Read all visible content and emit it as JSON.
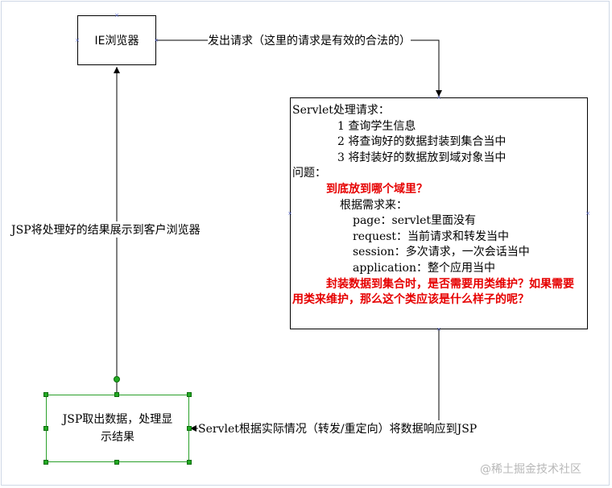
{
  "nodes": {
    "ie_browser": "IE浏览器",
    "servlet": {
      "title": "Servlet处理请求：",
      "steps": [
        "1 查询学生信息",
        "2 将查询好的数据封装到集合当中",
        "3 将封装好的数据放到域对象当中"
      ],
      "question_label": "问题：",
      "question_red": "到底放到哪个域里？",
      "by_need": "根据需求来：",
      "scopes": [
        "page：servlet里面没有",
        "request：当前请求和转发当中",
        "session：多次请求，一次会话当中",
        "application：整个应用当中"
      ],
      "red_paragraph": "封装数据到集合时，是否需要用类维护？如果需要用类来维护，那么这个类应该是什么样子的呢？"
    },
    "jsp": "JSP取出数据，处理显示结果"
  },
  "edges": {
    "request_label": "发出请求（这里的请求是有效的合法的）",
    "display_label": "JSP将处理好的结果展示到客户浏览器",
    "response_label": "Servlet根据实际情况（转发/重定向）将数据响应到JSP"
  },
  "watermark": "@稀土掘金技术社区",
  "colors": {
    "question_text": "#e60000",
    "selected_border": "#2aa02a",
    "handle_fill": "#22aa22"
  }
}
